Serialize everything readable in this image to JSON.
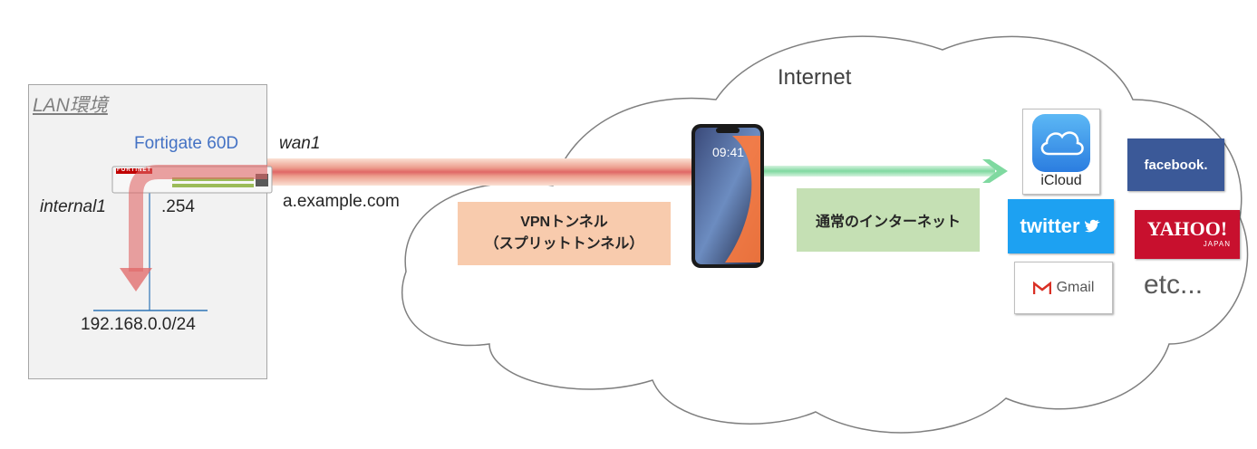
{
  "lan": {
    "title": "LAN環境",
    "device_name": "Fortigate 60D",
    "device_brand": "FORTINET",
    "internal_interface": "internal1",
    "internal_ip": ".254",
    "subnet": "192.168.0.0/24"
  },
  "wan": {
    "interface": "wan1",
    "hostname": "a.example.com"
  },
  "internet": {
    "label": "Internet"
  },
  "phone": {
    "time": "09:41"
  },
  "vpn_tunnel": {
    "line1": "VPNトンネル",
    "line2": "（スプリットトンネル）"
  },
  "normal_internet": {
    "label": "通常のインターネット"
  },
  "services": {
    "icloud": "iCloud",
    "facebook": "facebook.",
    "twitter": "twitter",
    "yahoo": "YAHOO!",
    "yahoo_sub": "JAPAN",
    "gmail": "Gmail",
    "etc": "etc..."
  },
  "colors": {
    "vpn_path": "#e06666",
    "internet_path": "#7fd9a0",
    "vpn_box": "#f8cbad",
    "normal_box": "#c5e0b4",
    "device_label": "#4472c4"
  }
}
